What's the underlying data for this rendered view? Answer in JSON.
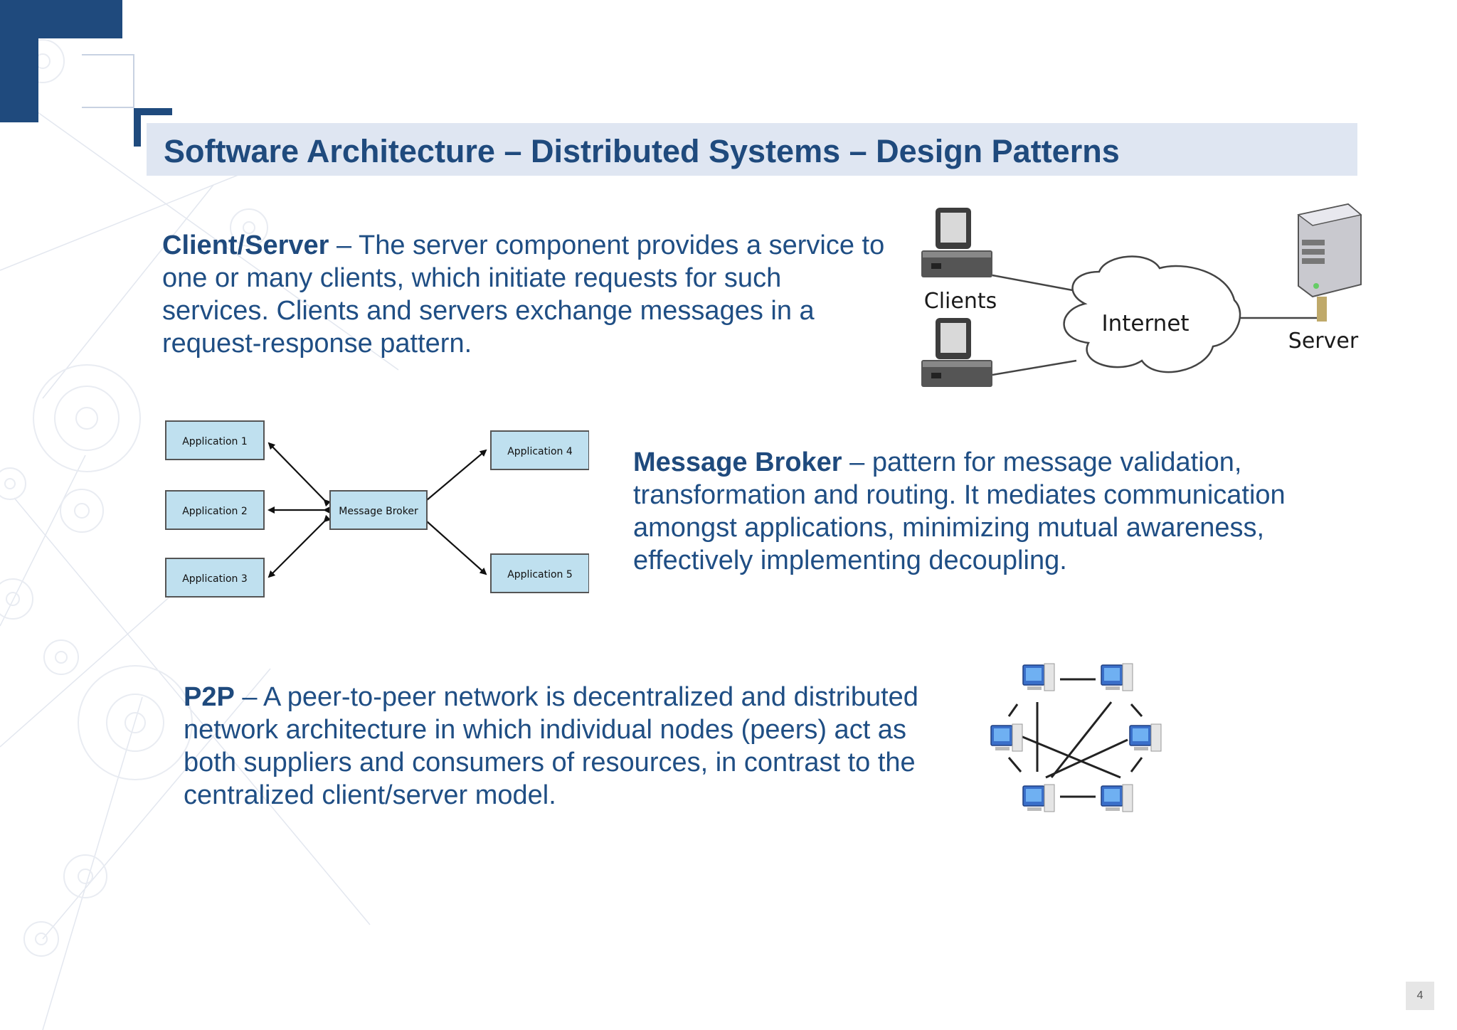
{
  "slide": {
    "title": "Software Architecture – Distributed Systems – Design Patterns",
    "page_number": "4"
  },
  "sections": {
    "client_server": {
      "term": "Client/Server",
      "text": " – The server component provides a service to one or many clients, which initiate requests for such services. Clients and servers exchange messages in a request-response pattern."
    },
    "message_broker": {
      "term": "Message Broker",
      "text": " – pattern for message validation, transformation and routing. It mediates communication amongst applications, minimizing mutual awareness, effectively implementing decoupling."
    },
    "p2p": {
      "term": "P2P",
      "text": " – A peer-to-peer network is decentralized and distributed network architecture in which individual nodes (peers) act as both suppliers and consumers of resources, in contrast to the centralized client/server model."
    }
  },
  "client_server_diagram": {
    "clients_label": "Clients",
    "internet_label": "Internet",
    "server_label": "Server"
  },
  "broker_diagram": {
    "broker_label": "Message Broker",
    "apps": [
      "Application 1",
      "Application 2",
      "Application 3",
      "Application 4",
      "Application 5"
    ]
  },
  "colors": {
    "accent": "#1f4a7d",
    "text": "#1f4e84",
    "title_bar": "#dfe6f2",
    "app_box": "#bfe0ef"
  }
}
